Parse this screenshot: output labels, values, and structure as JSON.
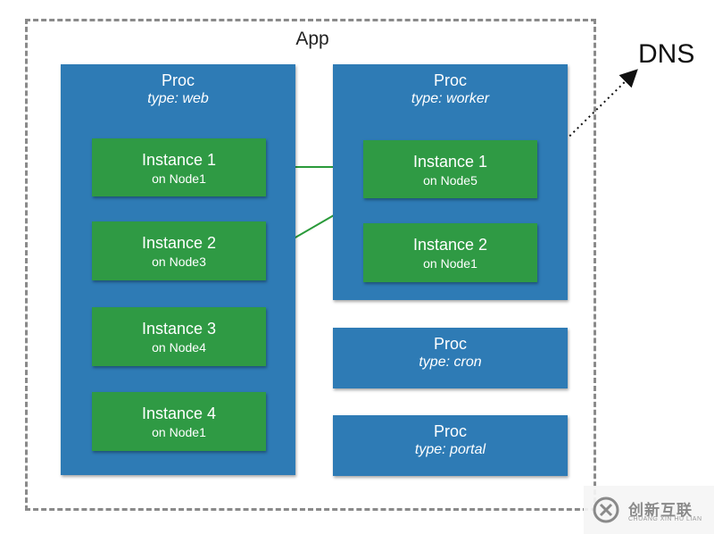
{
  "app": {
    "title": "App"
  },
  "dns": {
    "label": "DNS"
  },
  "procs": [
    {
      "title": "Proc",
      "type": "type: web",
      "instances": [
        {
          "title": "Instance 1",
          "node": "on Node1"
        },
        {
          "title": "Instance 2",
          "node": "on Node3"
        },
        {
          "title": "Instance 3",
          "node": "on Node4"
        },
        {
          "title": "Instance 4",
          "node": "on Node1"
        }
      ]
    },
    {
      "title": "Proc",
      "type": "type: worker",
      "instances": [
        {
          "title": "Instance 1",
          "node": "on Node5"
        },
        {
          "title": "Instance 2",
          "node": "on Node1"
        }
      ]
    },
    {
      "title": "Proc",
      "type": "type: cron",
      "instances": []
    },
    {
      "title": "Proc",
      "type": "type: portal",
      "instances": []
    }
  ],
  "watermark": {
    "cn": "创新互联",
    "en": "CHUANG XIN HU LIAN"
  },
  "colors": {
    "proc": "#2e7bb5",
    "instance": "#2f9a44",
    "link": "#2a9a3a",
    "border": "#8a8a8a"
  }
}
